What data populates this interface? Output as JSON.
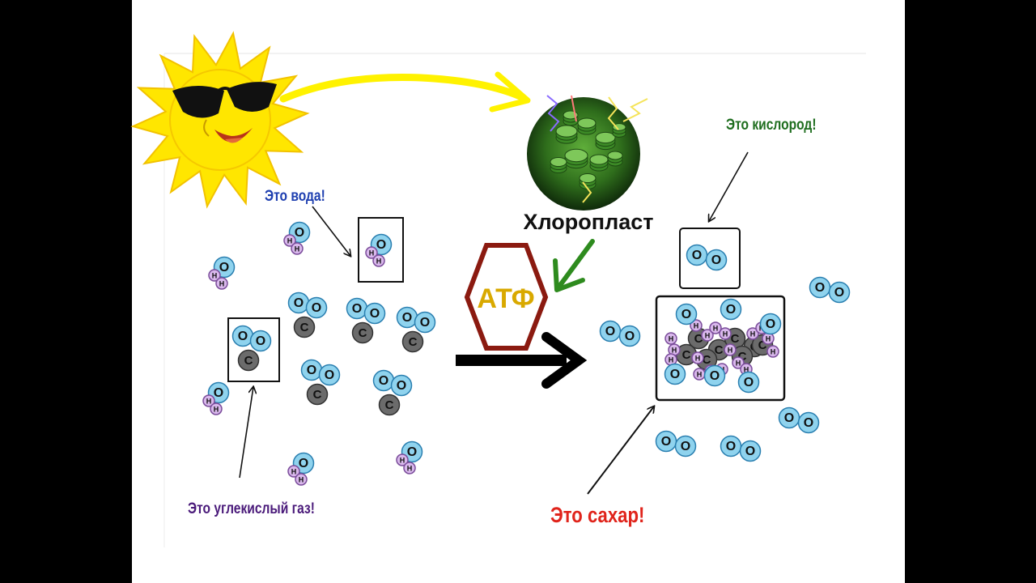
{
  "labels": {
    "water": "Это вода!",
    "co2": "Это углекислый газ!",
    "chloroplast": "Хлоропласт",
    "atp": "АТФ",
    "oxygen": "Это кислород!",
    "sugar": "Это сахар!"
  },
  "atoms": {
    "oxygen": "O",
    "hydrogen": "H",
    "carbon": "C"
  },
  "colors": {
    "water_label": "#1e3fb0",
    "co2_label": "#4a1a7a",
    "oxygen_label": "#1f6e1f",
    "sugar_label": "#e0241b",
    "atp_text": "#d9a900",
    "atp_border": "#8b1a10",
    "oxygen_atom": "#8fd3ee",
    "hydrogen_atom": "#d9b8ec",
    "carbon_atom": "#6b6b6b",
    "sun": "#ffe600",
    "chloroplast_arrow": "#2e8b1e"
  },
  "icons": [
    "sun-icon",
    "sunglasses-icon",
    "chloroplast-image",
    "atp-hexagon",
    "reaction-arrow"
  ]
}
